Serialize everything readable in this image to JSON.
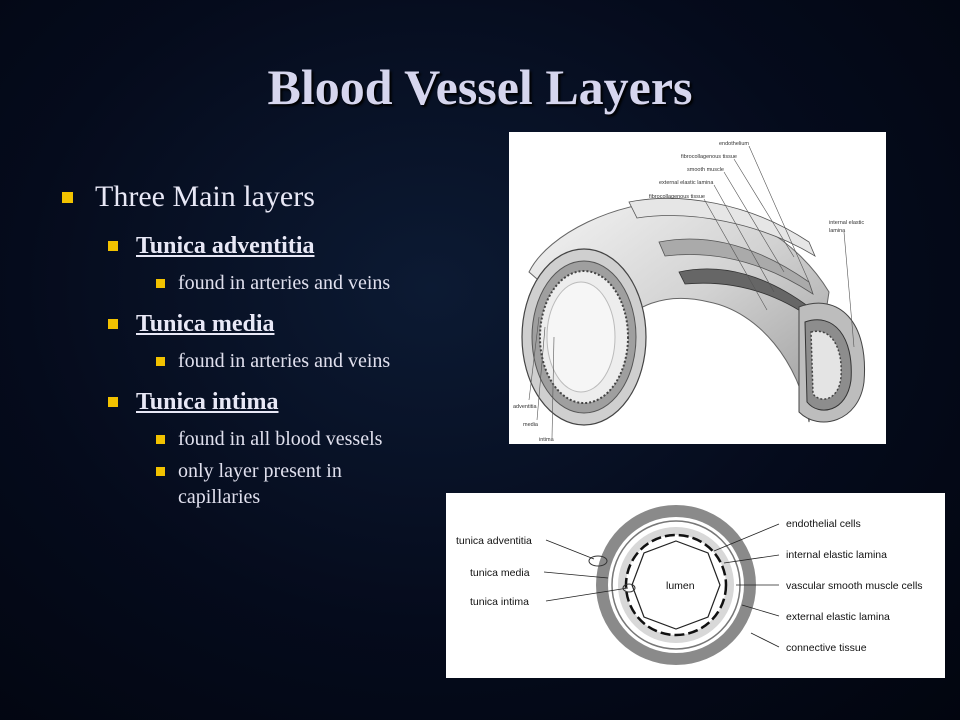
{
  "slide": {
    "title": "Blood Vessel Layers",
    "bullets": [
      {
        "text": "Three Main layers"
      },
      {
        "text": "Tunica adventitia"
      },
      {
        "text": "found in arteries and veins"
      },
      {
        "text": "Tunica media"
      },
      {
        "text": "found in arteries and veins"
      },
      {
        "text": "Tunica intima"
      },
      {
        "text": "found in all blood vessels"
      },
      {
        "text": "only layer present in capillaries"
      }
    ]
  },
  "figure_top": {
    "labels": {
      "endothelium": "endothelium",
      "fibrocollagenous_tissue": "fibrocollagenous tissue",
      "smooth_muscle": "smooth muscle",
      "external_elastic_lamina": "external elastic lamina",
      "fibrocollagenous_tissue_2": "fibrocollagenous tissue",
      "internal_elastic_lamina_1": "internal elastic",
      "internal_elastic_lamina_2": "lamina",
      "adventitia": "adventitia",
      "media": "media",
      "intima": "intima"
    }
  },
  "figure_bottom": {
    "labels": {
      "tunica_adventitia": "tunica adventitia",
      "tunica_media": "tunica media",
      "tunica_intima": "tunica intima",
      "lumen": "lumen",
      "endothelial_cells": "endothelial cells",
      "internal_elastic_lamina": "internal elastic lamina",
      "vascular_smooth_muscle_cells": "vascular smooth muscle cells",
      "external_elastic_lamina": "external elastic lamina",
      "connective_tissue": "connective tissue"
    }
  },
  "colors": {
    "background": "#050b1c",
    "bullet": "#f2c200",
    "title": "#d6d6ee"
  }
}
